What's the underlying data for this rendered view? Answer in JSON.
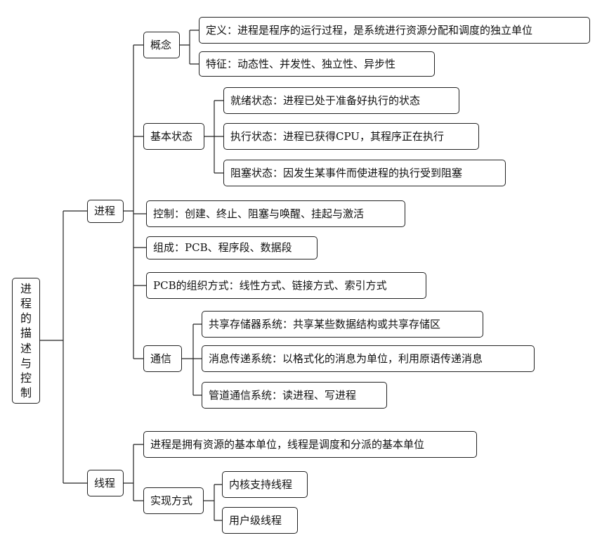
{
  "root": {
    "label": "进程的描述与控制"
  },
  "process": {
    "label": "进程",
    "concept": {
      "label": "概念",
      "definition": "定义：进程是程序的运行过程，是系统进行资源分配和调度的独立单位",
      "features": "特征：动态性、并发性、独立性、异步性"
    },
    "states": {
      "label": "基本状态",
      "ready": "就绪状态：进程已处于准备好执行的状态",
      "running": "执行状态：进程已获得CPU，其程序正在执行",
      "blocked": "阻塞状态：因发生某事件而使进程的执行受到阻塞"
    },
    "control": "控制：创建、终止、阻塞与唤醒、挂起与激活",
    "composition": "组成：PCB、程序段、数据段",
    "pcb_org": "PCB的组织方式：线性方式、链接方式、索引方式",
    "communication": {
      "label": "通信",
      "shared_memory": "共享存储器系统：共享某些数据结构或共享存储区",
      "message_passing": "消息传递系统：以格式化的消息为单位，利用原语传递消息",
      "pipe": "管道通信系统：读进程、写进程"
    }
  },
  "thread": {
    "label": "线程",
    "basic_unit": "进程是拥有资源的基本单位，线程是调度和分派的基本单位",
    "implementation": {
      "label": "实现方式",
      "kernel": "内核支持线程",
      "user": "用户级线程"
    }
  }
}
